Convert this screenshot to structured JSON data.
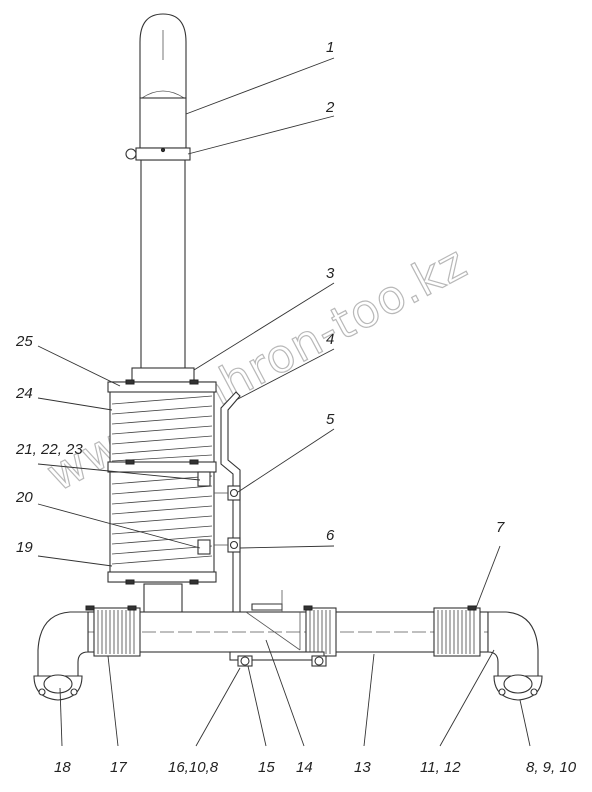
{
  "watermark": "www.sinhron-too.kz",
  "callouts": {
    "c1": "1",
    "c2": "2",
    "c3": "3",
    "c4": "4",
    "c5": "5",
    "c6": "6",
    "c7": "7",
    "c8_9_10": "8,  9,  10",
    "c11_12": "11,  12",
    "c13": "13",
    "c14": "14",
    "c15": "15",
    "c16_10_8": "16,10,8",
    "c17": "17",
    "c18": "18",
    "c19": "19",
    "c20": "20",
    "c21_22_23": "21, 22, 23",
    "c24": "24",
    "c25": "25"
  }
}
